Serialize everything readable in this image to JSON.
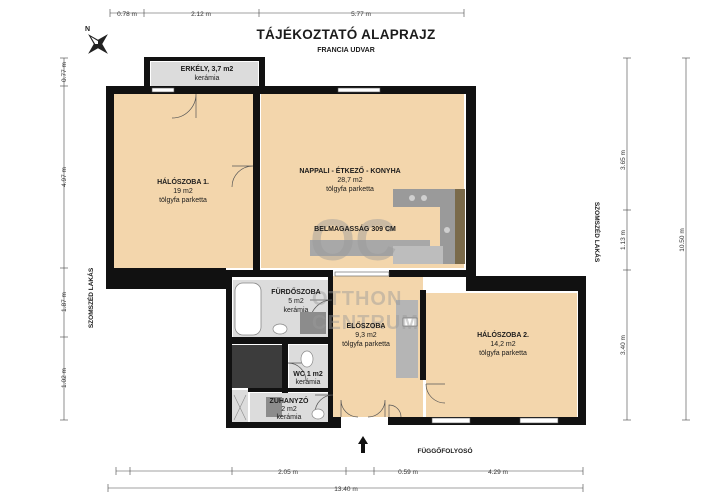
{
  "title": "TÁJÉKOZTATÓ ALAPRAJZ",
  "subtitle": "FRANCIA UDVAR",
  "compass": {
    "label": "N"
  },
  "side_labels": {
    "left": "SZOMSZÉD LAKÁS",
    "right": "SZOMSZÉD LAKÁS",
    "bottom": "FÜGGŐFOLYOSÓ"
  },
  "rooms": {
    "erkely": {
      "name": "ERKÉLY, 3,7 m2",
      "material": "kerámia"
    },
    "haloszoba1": {
      "name": "HÁLÓSZOBA 1.",
      "area": "19 m2",
      "material": "tölgyfa parketta"
    },
    "nappali": {
      "name": "NAPPALI - ÉTKEZŐ - KONYHA",
      "area": "28,7 m2",
      "material": "tölgyfa parketta"
    },
    "ceiling": "BELMAGASSÁG 309 CM",
    "furdo": {
      "name": "FÜRDŐSZOBA",
      "area": "5 m2",
      "material": "kerámia"
    },
    "eloszoba": {
      "name": "ELŐSZOBA",
      "area": "9,3 m2",
      "material": "tölgyfa parketta"
    },
    "haloszoba2": {
      "name": "HÁLÓSZOBA 2.",
      "area": "14,2 m2",
      "material": "tölgyfa parketta"
    },
    "wc": {
      "name": "WC 1 m2",
      "material": "kerámia"
    },
    "zuhanyzo": {
      "name": "ZUHANYZÓ",
      "area": "2 m2",
      "material": "kerámia"
    }
  },
  "dimensions": {
    "top": [
      "0.78 m",
      "2.12 m",
      "5.77 m"
    ],
    "left": [
      "0.77 m",
      "4.97 m",
      "1.87 m",
      "1.02 m"
    ],
    "right": [
      "3.65 m",
      "1.13 m",
      "3.40 m"
    ],
    "right_total": "10.50 m",
    "bottom": [
      "2.05 m",
      "0.59 m",
      "4.29 m"
    ],
    "bottom_total": "13.40 m"
  },
  "watermark": {
    "logo": "OC",
    "line1": "OTTHON",
    "line2": "CENTRUM"
  },
  "colors": {
    "floor": "#f3d6ac",
    "tile": "#dcdcdc",
    "wall": "#111111",
    "counter": "#9a9a9a",
    "cabinet": "#7a6a4a",
    "entrance_arrow": "#111111"
  }
}
